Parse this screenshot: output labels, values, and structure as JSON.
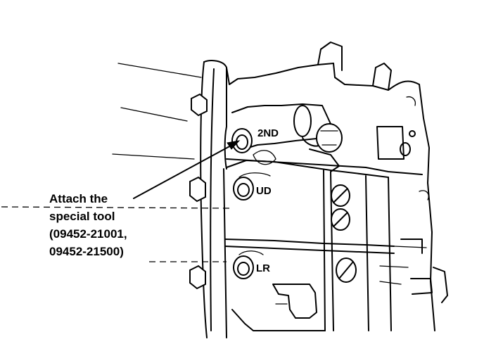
{
  "ports": [
    {
      "label": "2ND"
    },
    {
      "label": "UD"
    },
    {
      "label": "LR"
    }
  ],
  "callout_lines": [
    "Attach the",
    "special tool",
    "(09452-21001,",
    "09452-21500)"
  ]
}
